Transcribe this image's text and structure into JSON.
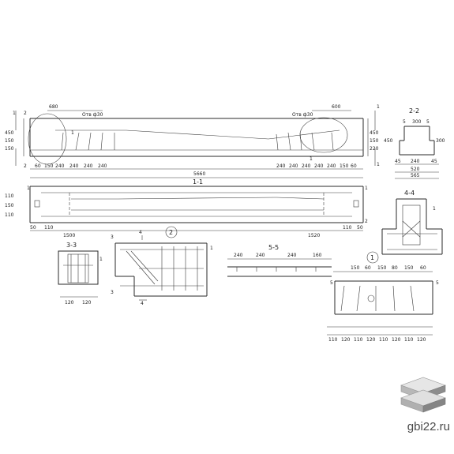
{
  "brand": {
    "site": "gbi22.ru"
  },
  "view_main": {
    "length_total": "5660",
    "left_dims": [
      "60",
      "150",
      "240",
      "240",
      "240",
      "240"
    ],
    "right_dims": [
      "240",
      "240",
      "240",
      "240",
      "240",
      "150",
      "60"
    ],
    "left_top_dim": "680",
    "right_top_dim": "600",
    "hole_label_left": "Отв ф30",
    "hole_label_right": "Отв ф30",
    "left_height_dims": [
      "450",
      "150",
      "150"
    ],
    "right_height_dims": [
      "450",
      "150",
      "220"
    ],
    "marks": [
      "1",
      "2",
      "2",
      "1",
      "1",
      "1",
      "1"
    ]
  },
  "section_1_1": {
    "title": "1-1",
    "left_dims": [
      "50",
      "110",
      "1500"
    ],
    "right_dims": [
      "1520",
      "110",
      "50"
    ],
    "height_dims": [
      "110",
      "150",
      "110"
    ],
    "marks": [
      "1",
      "1",
      "2"
    ]
  },
  "section_2_2": {
    "title": "2-2",
    "top_dims": [
      "5",
      "300",
      "5"
    ],
    "height_dims": [
      "300",
      "450"
    ],
    "bottom_dims": [
      "45",
      "240",
      "45",
      "520",
      "565"
    ]
  },
  "section_3_3": {
    "title": "3-3",
    "bottom_dims": [
      "120",
      "120"
    ],
    "mark": "1"
  },
  "section_4_4": {
    "title": "4-4",
    "mark": "1",
    "cut_mark": "4"
  },
  "detail_2": {
    "label": "2",
    "marks": [
      "1",
      "3",
      "4",
      "4",
      "3"
    ]
  },
  "section_5_5": {
    "title": "5-5",
    "top_dims": [
      "240",
      "240",
      "240",
      "160"
    ]
  },
  "detail_1": {
    "label": "1",
    "top_dims": [
      "150",
      "60",
      "150",
      "80",
      "150",
      "60"
    ],
    "bottom_dims": [
      "110",
      "120",
      "110",
      "120",
      "110",
      "120",
      "110",
      "120"
    ],
    "side_marks": [
      "5",
      "5"
    ]
  }
}
